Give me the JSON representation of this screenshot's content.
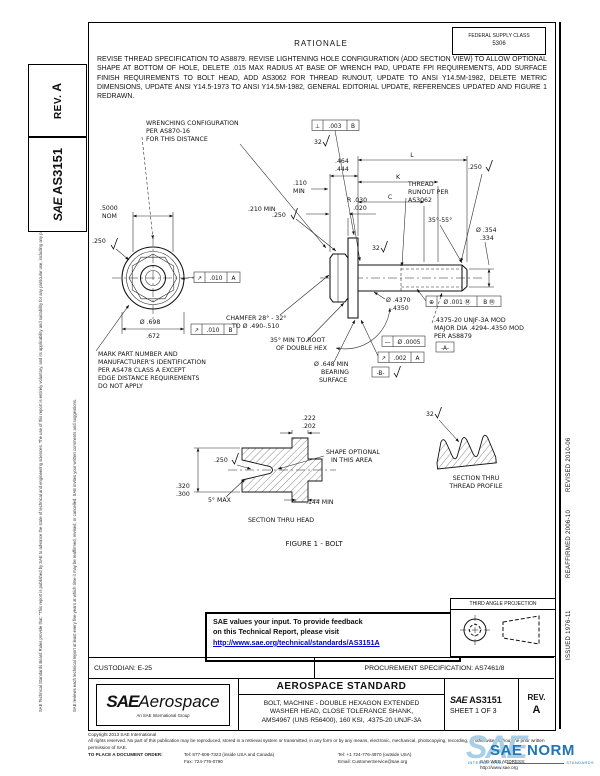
{
  "sheet": {
    "rev_label": "REV.",
    "rev_value": "A",
    "sae": "SAE",
    "doc_number": "AS3151",
    "fsc_line1": "FEDERAL SUPPLY CLASS",
    "fsc_line2": "5306"
  },
  "left_margin": {
    "disclaimer1": "SAE Technical Standards Board Rules provide that: \"This report is published by SAE to advance the state of technical and engineering sciences. The use of this report is entirely voluntary, and its applicability and suitability for any particular use, including any patent infringement arising therefrom, is the sole responsibility of the user.\"",
    "disclaimer2": "SAE reviews each technical report at least every five years at which time it may be reaffirmed, revised, or cancelled. SAE invites your written comments and suggestions."
  },
  "right_margin": {
    "revised": "REVISED 2010-06",
    "reaffirmed": "REAFFIRMED 2006-10",
    "issued": "ISSUED 1976-11"
  },
  "rationale": {
    "heading": "RATIONALE",
    "body": "REVISE THREAD SPECIFICATION TO AS8879. REVISE LIGHTENING HOLE CONFIGURATION (ADD SECTION VIEW) TO ALLOW OPTIONAL SHAPE AT BOTTOM OF HOLE, DELETE .015 MAX RADIUS AT BASE OF WRENCH PAD, UPDATE FPI REQUIREMENTS, ADD SURFACE FINISH REQUIREMENTS TO BOLT HEAD, ADD AS3062 FOR THREAD RUNOUT, UPDATE TO ANSI Y14.5M-1982, DELETE METRIC DIMENSIONS, UPDATE ANSI Y14.5-1973 TO ANSI Y14.5M-1982, GENERAL EDITORIAL UPDATE, REFERENCES UPDATED AND FIGURE 1 REDRAWN."
  },
  "figure": {
    "caption": "FIGURE 1 - BOLT",
    "wrench": [
      "WRENCHING CONFIGURATION",
      "PER AS870-16",
      "FOR THIS DISTANCE"
    ],
    "nom_val": ".5000",
    "nom_unit": "NOM",
    "fin250": ".250",
    "fin32": "32",
    "head_h": [
      ".464",
      ".444"
    ],
    "d110": [
      ".110",
      "MIN"
    ],
    "d210": ".210 MIN",
    "perp": {
      "sym": "⊥",
      "val": ".003",
      "datum": "B"
    },
    "dims": {
      "l": "L",
      "k": "K",
      "c": "C"
    },
    "radius": [
      "R .030",
      ".020"
    ],
    "runout_note": [
      "THREAD",
      "RUNOUT PER",
      "AS3062"
    ],
    "chamfer_angle": "35°-55°",
    "end_dia": [
      "Ø .354",
      ".334"
    ],
    "shank_dia": [
      "Ø .4370",
      ".4350"
    ],
    "pos": {
      "sym": "⊕",
      "val": "Ø .001 Ⓜ",
      "datum": "B Ⓜ"
    },
    "thread_note": [
      ".4375-20 UNJF-3A MOD",
      "MAJOR DIA .4294-.4350 MOD",
      "PER AS8879"
    ],
    "datum_a": "-A-",
    "datum_b": "-B-",
    "straight": {
      "sym": "—",
      "val": "Ø .0005"
    },
    "runout_002": {
      "sym": "↗",
      "val": ".002",
      "datum": "A"
    },
    "runout_010_b": {
      "sym": "↗",
      "val": ".010",
      "datum": "B"
    },
    "runout_010_a": {
      "sym": "↗",
      "val": ".010",
      "datum": "A"
    },
    "head_dia": [
      "Ø .698",
      ".672"
    ],
    "mark_note": [
      "MARK PART NUMBER AND",
      "MANUFACTURER'S IDENTIFICATION",
      "PER AS478 CLASS A EXCEPT",
      "EDGE DISTANCE REQUIREMENTS",
      "DO NOT APPLY"
    ],
    "chamfer_note": [
      "CHAMFER 28° - 32°",
      "TO Ø .490-.510"
    ],
    "hex_note": [
      "35° MIN TO ROOT",
      "OF DOUBLE HEX"
    ],
    "bearing_note": [
      "Ø .648 MIN",
      "BEARING",
      "SURFACE"
    ],
    "d222": [
      ".222",
      ".202"
    ],
    "shape_note": [
      "SHAPE OPTIONAL",
      "IN THIS AREA"
    ],
    "max5": "5° MAX",
    "d144": ".144 MIN",
    "d320": [
      ".320",
      ".300"
    ],
    "sec_head": "SECTION THRU HEAD",
    "sec_thread": [
      "SECTION THRU",
      "THREAD PROFILE"
    ]
  },
  "feedback": {
    "line1": "SAE values your input. To provide feedback",
    "line2": "on this Technical Report, please visit",
    "link": "http://www.sae.org/technical/standards/AS3151A"
  },
  "projection": {
    "label": "THIRD ANGLE PROJECTION"
  },
  "info_row": {
    "custodian": "CUSTODIAN: E-25",
    "procurement": "PROCUREMENT SPECIFICATION: AS7461/8"
  },
  "title_block": {
    "logo_main": "SAE",
    "logo_sub": "Aerospace",
    "logo_tag": "An SAE International Group",
    "standard_type": "AEROSPACE STANDARD",
    "title_lines": [
      "BOLT, MACHINE - DOUBLE HEXAGON EXTENDED",
      "WASHER HEAD, CLOSE TOLERANCE SHANK,",
      "AMS4967 (UNS R56400), 160 KSI, .4375-20 UNJF-3A"
    ],
    "doc_label": "SAE",
    "doc_number": "AS3151",
    "sheet": "SHEET 1 OF 3",
    "rev_label": "REV.",
    "rev_value": "A"
  },
  "footer": {
    "copyright": "Copyright 2013 SAE International",
    "rights": "All rights reserved. No part of this publication may be reproduced, stored in a retrieval system or transmitted, in any form or by any means, electronic, mechanical, photocopying, recording, or otherwise, without the prior written permission of SAE.",
    "order_label": "TO PLACE A DOCUMENT ORDER:",
    "tel_inside": "Tel: 877-606-7323 (inside USA and Canada)",
    "tel_outside": "Tel: +1 724-776-4970 (outside USA)",
    "fax": "Fax: 724-776-0790",
    "email": "Email: CustomerService@sae.org",
    "web": "SAE WEB ADDRESS: http://www.sae.org"
  },
  "watermark": {
    "sae": "SAE",
    "norm": "SAE NORM",
    "sub_left": "INTERNATIONAL",
    "sub_right": "STANDARDS"
  },
  "colors": {
    "link": "#0000cc",
    "watermark_light": "#a9cfe7",
    "watermark_dark": "#2076b4"
  }
}
